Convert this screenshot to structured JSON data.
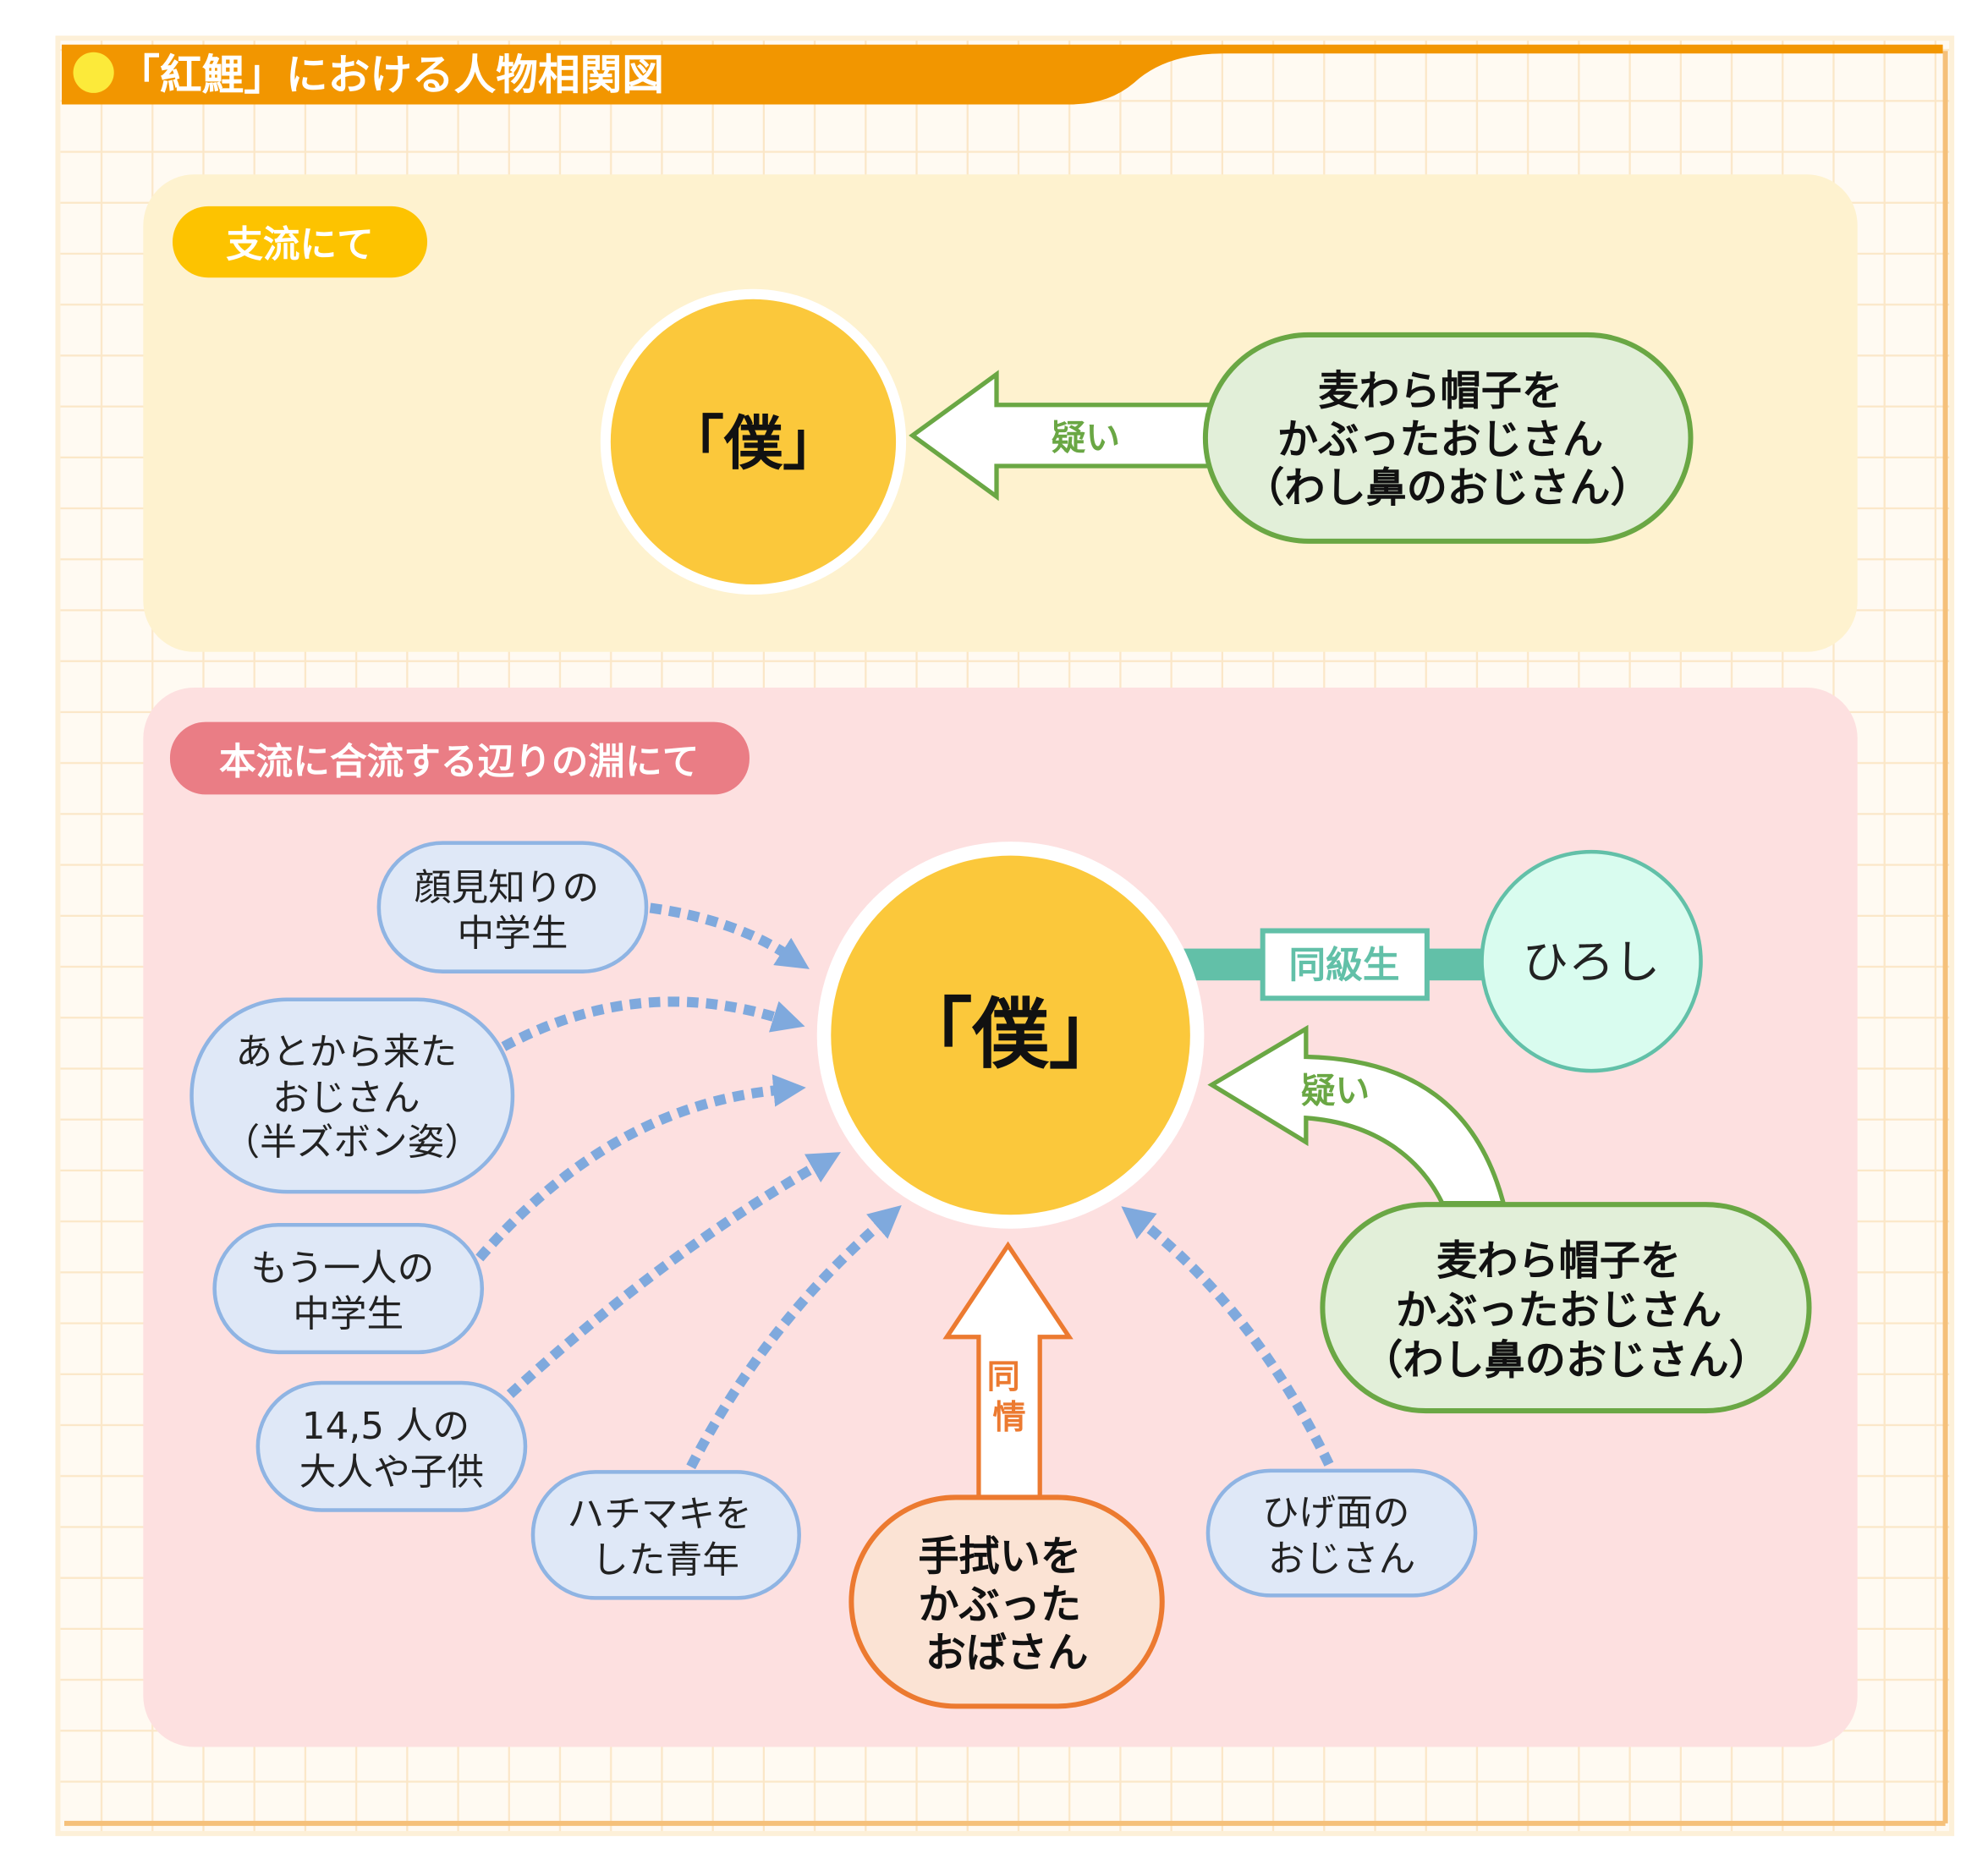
{
  "title": "「紅鯉」における人物相関図",
  "colors": {
    "header": "#f29600",
    "top_panel": "#fef2cf",
    "bottom_panel": "#fde0e0",
    "boku": "#fbc83b",
    "green": "#6aa744",
    "teal": "#62c0a8",
    "blue": "#7fa9dd",
    "orange": "#ec7a30"
  },
  "top": {
    "badge": "支流にて",
    "center": "「僕」",
    "arrow_label": "疑い",
    "node": [
      "麦わら帽子を",
      "かぶったおじさん",
      "（わし鼻のおじさん）"
    ]
  },
  "bottom": {
    "badge": "本流に合流する辺りの淵にて",
    "center": "「僕」",
    "classmate_label": "同級生",
    "hiroshi": "ひろし",
    "doubt_label": "疑い",
    "straw_hat_node": [
      "麦わら帽子を",
      "かぶったおじさん",
      "（わし鼻のおじさん）"
    ],
    "sympathy_label": [
      "同",
      "情"
    ],
    "obasan_node": [
      "手拭いを",
      "かぶった",
      "おばさん"
    ],
    "blue_nodes": [
      [
        "顔見知りの",
        "中学生"
      ],
      [
        "あとから来た",
        "おじさん",
        "（半ズボン姿）"
      ],
      [
        "もう一人の",
        "中学生"
      ],
      [
        "14,5 人の",
        "大人や子供"
      ],
      [
        "ハチマキを",
        "した青年"
      ],
      [
        "ひげ面の",
        "おじさん"
      ]
    ]
  }
}
